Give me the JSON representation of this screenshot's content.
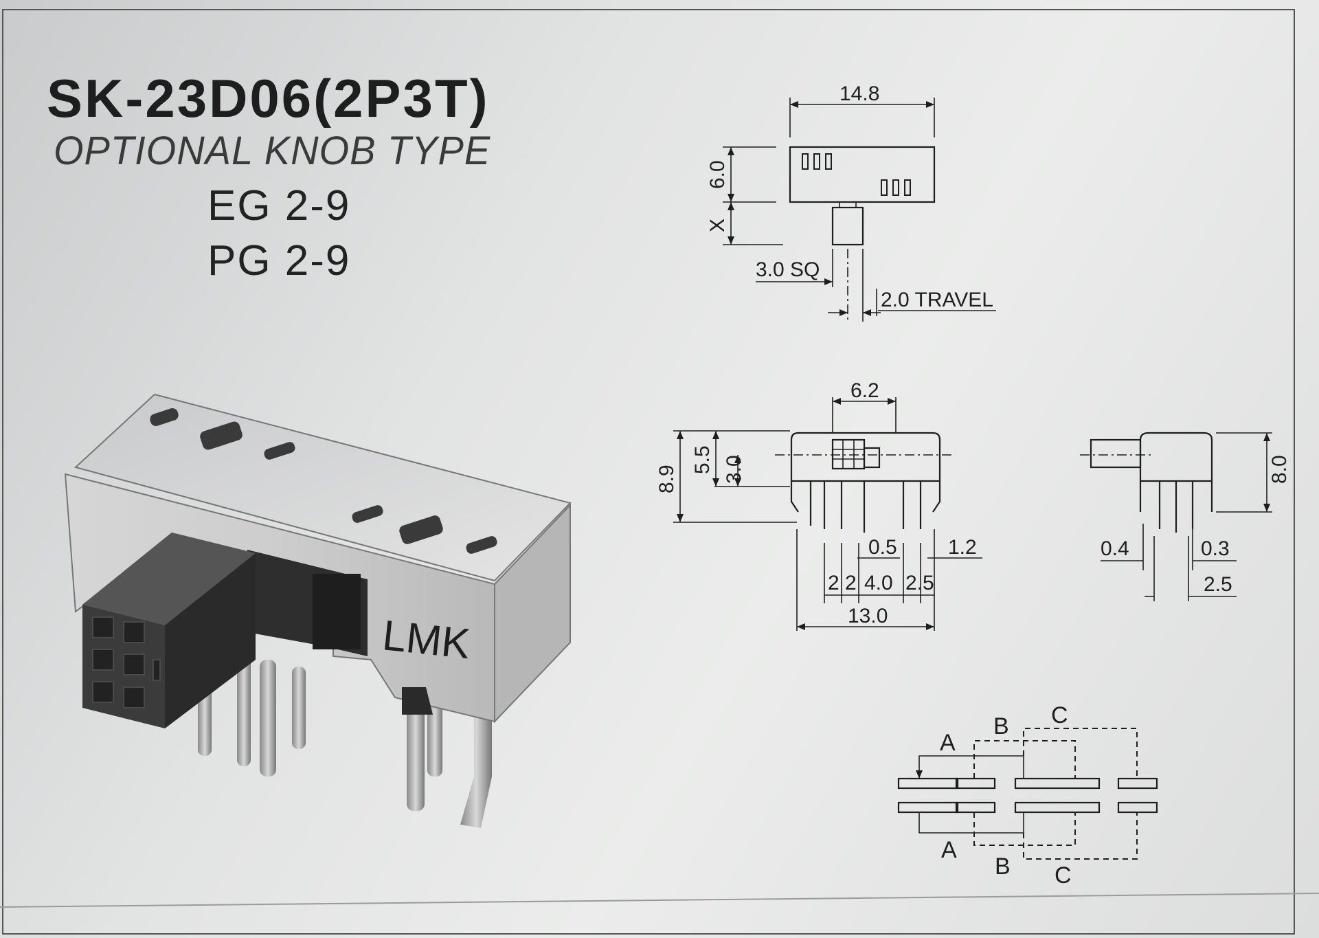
{
  "header": {
    "model": "SK-23D06(2P3T)",
    "subtitle": "OPTIONAL KNOB TYPE",
    "variants": [
      "EG 2-9",
      "PG 2-9"
    ]
  },
  "photo": {
    "brand_mark": "LMK"
  },
  "top_view": {
    "dims": {
      "width": "14.8",
      "height": "6.0",
      "knob": "X",
      "knob_size": "3.0 SQ",
      "travel": "2.0 TRAVEL"
    }
  },
  "front_view": {
    "dims": {
      "knob_width": "6.2",
      "overall_height": "8.9",
      "body_height": "5.5",
      "knob_center": "3.0",
      "pin_width": "0.5",
      "pin_offset": "1.2",
      "pitch_a": "2",
      "pitch_b": "2",
      "pitch_c": "4.0",
      "pitch_d": "2.5",
      "overall_width": "13.0"
    }
  },
  "side_view": {
    "dims": {
      "height": "8.0",
      "pin_a": "0.4",
      "pin_b": "0.3",
      "pin_pitch": "2.5"
    }
  },
  "schematic": {
    "labels_top": [
      "A",
      "B",
      "C"
    ],
    "labels_bottom": [
      "A",
      "B",
      "C"
    ]
  }
}
